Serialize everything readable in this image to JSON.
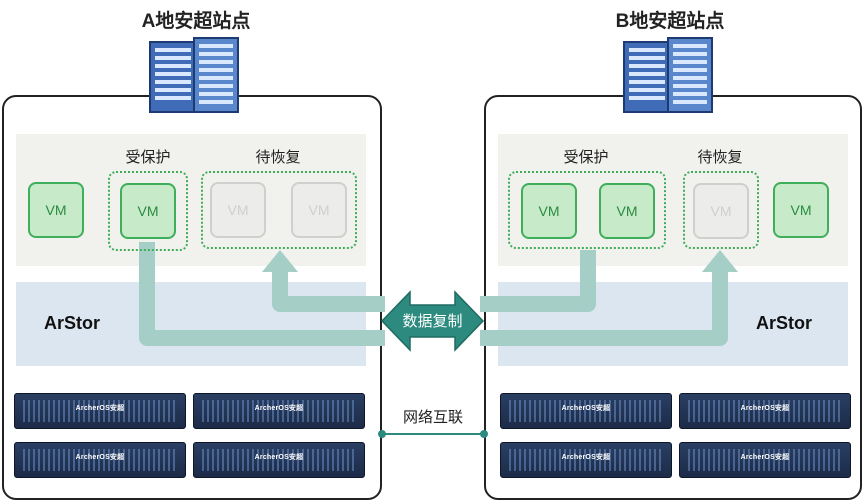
{
  "site_a": {
    "title": "A地安超站点",
    "storage_label": "ArStor",
    "protected_label": "受保护",
    "pending_label": "待恢复",
    "vms": [
      "VM",
      "VM",
      "VM",
      "VM"
    ]
  },
  "site_b": {
    "title": "B地安超站点",
    "storage_label": "ArStor",
    "protected_label": "受保护",
    "pending_label": "待恢复",
    "vms": [
      "VM",
      "VM",
      "VM",
      "VM"
    ]
  },
  "replication_label": "数据复制",
  "network_label": "网络互联",
  "server_brand": "ArcherOS安超",
  "colors": {
    "vm_green": "#3fae5a",
    "flow_teal": "#a5cec6",
    "arrow_teal": "#2c8a7e",
    "storage_band": "#dbe6f1"
  }
}
